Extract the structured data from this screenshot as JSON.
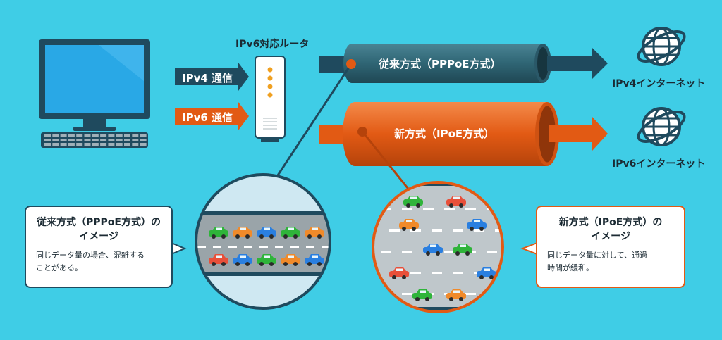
{
  "colors": {
    "background": "#3fcde6",
    "legacy": "#2f5f6e",
    "new": "#e25a14",
    "dark": "#1f4a5e",
    "monitor": "#29a8e6"
  },
  "icons": {
    "pc": "desktop-computer-icon",
    "router": "router-icon",
    "globe": "globe-icon",
    "car": "car-icon"
  },
  "router": {
    "label": "IPv6対応ルータ"
  },
  "inputs": {
    "ipv4": "IPv4 通信",
    "ipv6": "IPv6 通信"
  },
  "pipes": {
    "legacy": "従来方式（PPPoE方式）",
    "new": "新方式（IPoE方式）"
  },
  "destinations": {
    "ipv4": "IPv4インターネット",
    "ipv6": "IPv6インターネット"
  },
  "callouts": {
    "legacy": {
      "title_line1": "従来方式（PPPoE方式）の",
      "title_line2": "イメージ",
      "body_line1": "同じデータ量の場合、混雑する",
      "body_line2": "ことがある。"
    },
    "new": {
      "title_line1": "新方式（IPoE方式）の",
      "title_line2": "イメージ",
      "body_line1": "同じデータ量に対して、通過",
      "body_line2": "時間が緩和。"
    }
  }
}
